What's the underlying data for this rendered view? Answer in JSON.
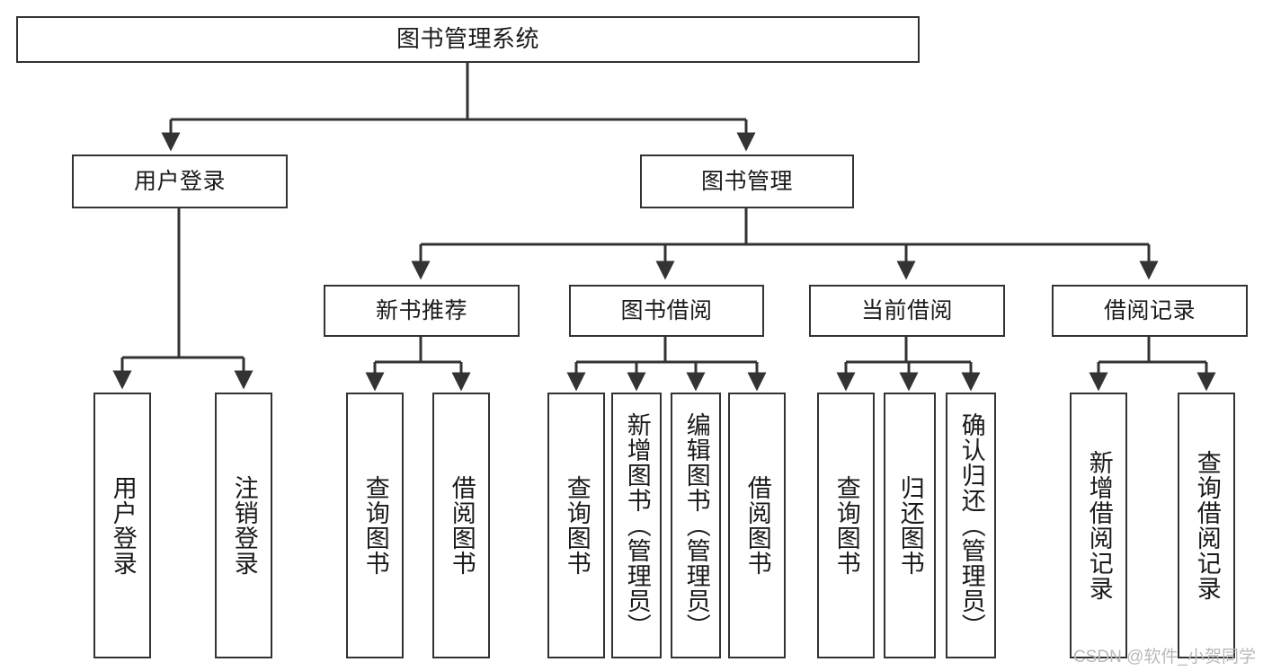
{
  "diagram": {
    "type": "tree",
    "title": "图书管理系统",
    "colors": {
      "box_border": "#333333",
      "box_fill": "#ffffff",
      "edge": "#333333",
      "text": "#1a1a1a",
      "watermark": "#b9b9b9"
    },
    "nodes": {
      "root": {
        "label": "图书管理系统"
      },
      "level2": [
        {
          "id": "user_login",
          "label": "用户登录"
        },
        {
          "id": "book_manage",
          "label": "图书管理"
        }
      ],
      "level3": [
        {
          "id": "new_book_rec",
          "label": "新书推荐"
        },
        {
          "id": "book_borrow",
          "label": "图书借阅"
        },
        {
          "id": "current_borrow",
          "label": "当前借阅"
        },
        {
          "id": "borrow_record",
          "label": "借阅记录"
        }
      ],
      "leaves": [
        {
          "id": "leaf_user_login",
          "label": "用户登录",
          "parent": "user_login"
        },
        {
          "id": "leaf_logout",
          "label": "注销登录",
          "parent": "user_login"
        },
        {
          "id": "leaf_query_book_1",
          "label": "查询图书",
          "parent": "new_book_rec"
        },
        {
          "id": "leaf_borrow_book_1",
          "label": "借阅图书",
          "parent": "new_book_rec"
        },
        {
          "id": "leaf_query_book_2",
          "label": "查询图书",
          "parent": "book_borrow"
        },
        {
          "id": "leaf_add_book",
          "label": "新增图书（管理员）",
          "parent": "book_borrow"
        },
        {
          "id": "leaf_edit_book",
          "label": "编辑图书（管理员）",
          "parent": "book_borrow"
        },
        {
          "id": "leaf_borrow_book_2",
          "label": "借阅图书",
          "parent": "book_borrow"
        },
        {
          "id": "leaf_query_book_3",
          "label": "查询图书",
          "parent": "current_borrow"
        },
        {
          "id": "leaf_return_book",
          "label": "归还图书",
          "parent": "current_borrow"
        },
        {
          "id": "leaf_confirm_return",
          "label": "确认归还（管理员）",
          "parent": "current_borrow"
        },
        {
          "id": "leaf_add_record",
          "label": "新增借阅记录",
          "parent": "borrow_record"
        },
        {
          "id": "leaf_query_record",
          "label": "查询借阅记录",
          "parent": "borrow_record"
        }
      ]
    },
    "watermark": "CSDN @软件_小贺同学"
  }
}
